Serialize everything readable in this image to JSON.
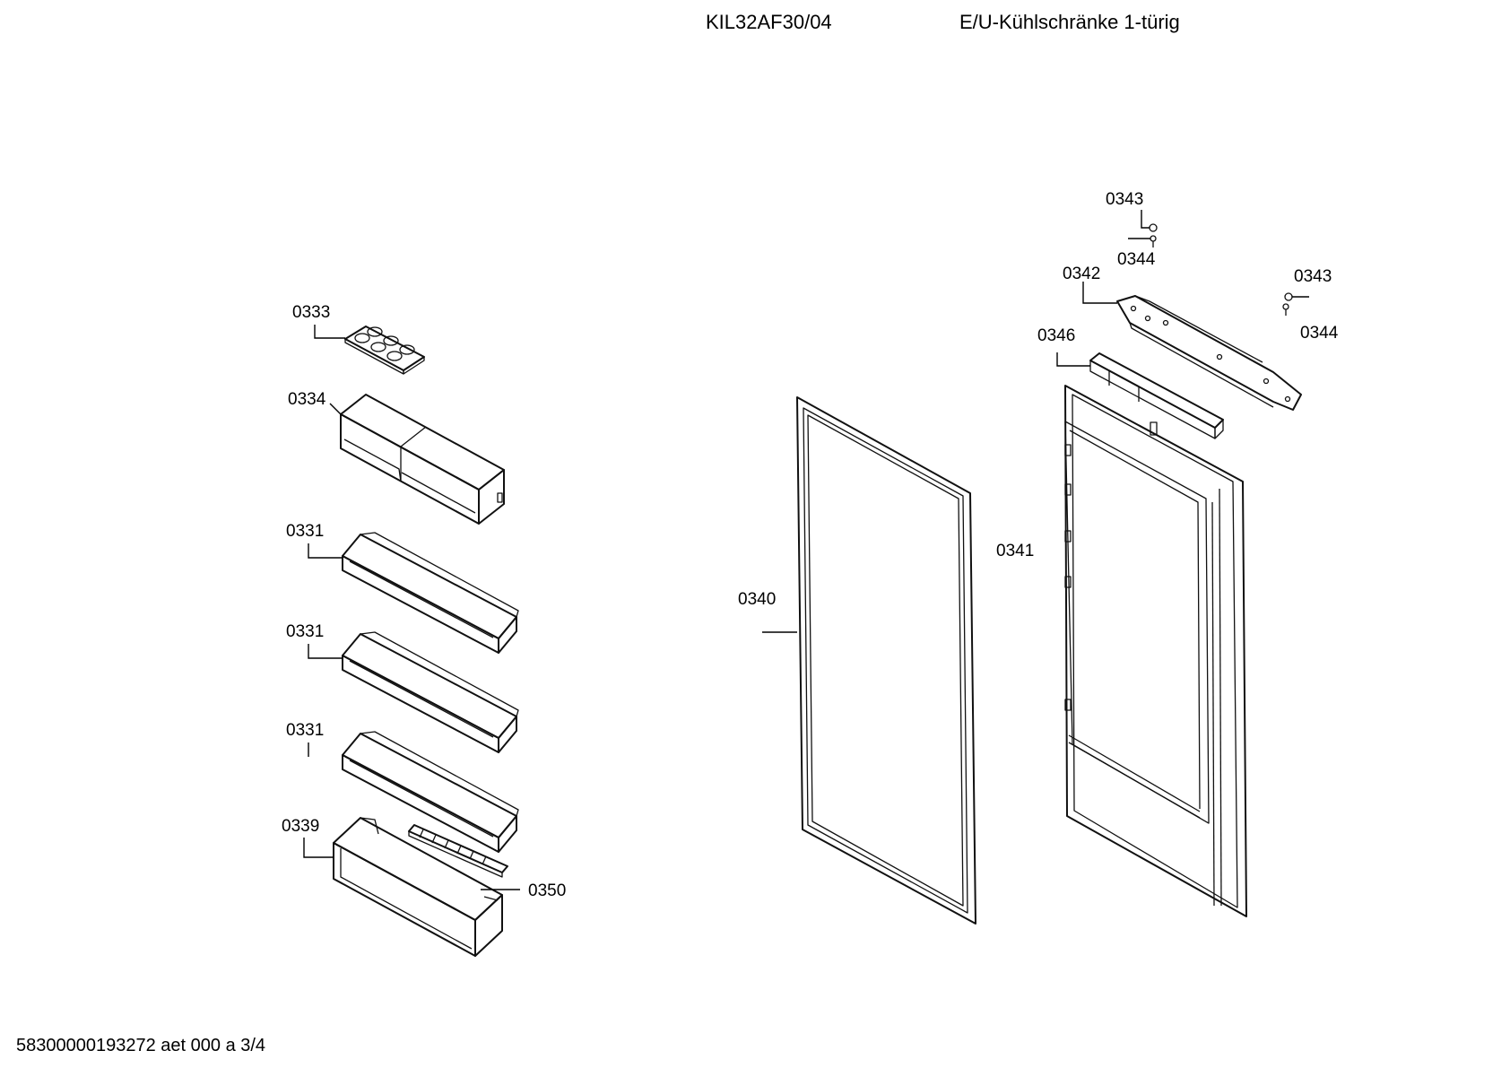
{
  "header": {
    "model": "KIL32AF30/04",
    "category": "E/U-Kühlschränke 1-türig"
  },
  "footer": {
    "doc_id": "58300000193272 aet 000 a 3/4"
  },
  "parts": [
    {
      "id": "p0333",
      "label": "0333"
    },
    {
      "id": "p0334",
      "label": "0334"
    },
    {
      "id": "p0331a",
      "label": "0331"
    },
    {
      "id": "p0331b",
      "label": "0331"
    },
    {
      "id": "p0331c",
      "label": "0331"
    },
    {
      "id": "p0339",
      "label": "0339"
    },
    {
      "id": "p0350",
      "label": "0350"
    },
    {
      "id": "p0340",
      "label": "0340"
    },
    {
      "id": "p0341",
      "label": "0341"
    },
    {
      "id": "p0342",
      "label": "0342"
    },
    {
      "id": "p0343a",
      "label": "0343"
    },
    {
      "id": "p0344a",
      "label": "0344"
    },
    {
      "id": "p0343b",
      "label": "0343"
    },
    {
      "id": "p0344b",
      "label": "0344"
    },
    {
      "id": "p0346",
      "label": "0346"
    }
  ]
}
